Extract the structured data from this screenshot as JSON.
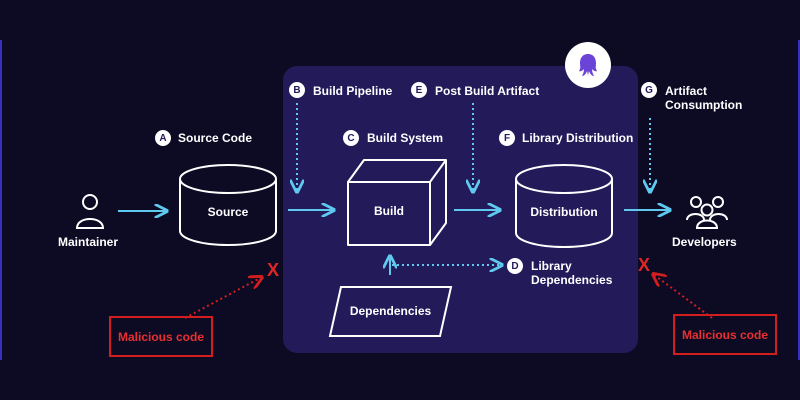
{
  "diagram": {
    "source_code": {
      "letter": "A",
      "label": "Source Code",
      "box_text": "Source"
    },
    "build_pipeline": {
      "letter": "B",
      "label": "Build Pipeline"
    },
    "build_system": {
      "letter": "C",
      "label": "Build System",
      "box_text": "Build"
    },
    "library_dependencies": {
      "letter": "D",
      "label": "Library Dependencies"
    },
    "post_build_artifact": {
      "letter": "E",
      "label": "Post Build Artifact"
    },
    "library_distribution": {
      "letter": "F",
      "label": "Library Distribution",
      "box_text": "Distribution"
    },
    "artifact_consumption": {
      "letter": "G",
      "label": "Artifact Consumption"
    },
    "dependencies": {
      "box_text": "Dependencies"
    },
    "maintainer": {
      "label": "Maintainer"
    },
    "developers": {
      "label": "Developers"
    },
    "threats": {
      "left": {
        "label": "Malicious code",
        "mark": "X"
      },
      "right": {
        "label": "Malicious code",
        "mark": "X"
      }
    },
    "colors": {
      "background": "#0d0a24",
      "panel": "#231a5a",
      "accent": "#5fc9ef",
      "threat": "#d41e1e",
      "logo": "#6a44d6"
    },
    "icons": {
      "logo": "octopus-logo-icon",
      "maintainer": "person-icon",
      "developers": "group-icon"
    }
  }
}
